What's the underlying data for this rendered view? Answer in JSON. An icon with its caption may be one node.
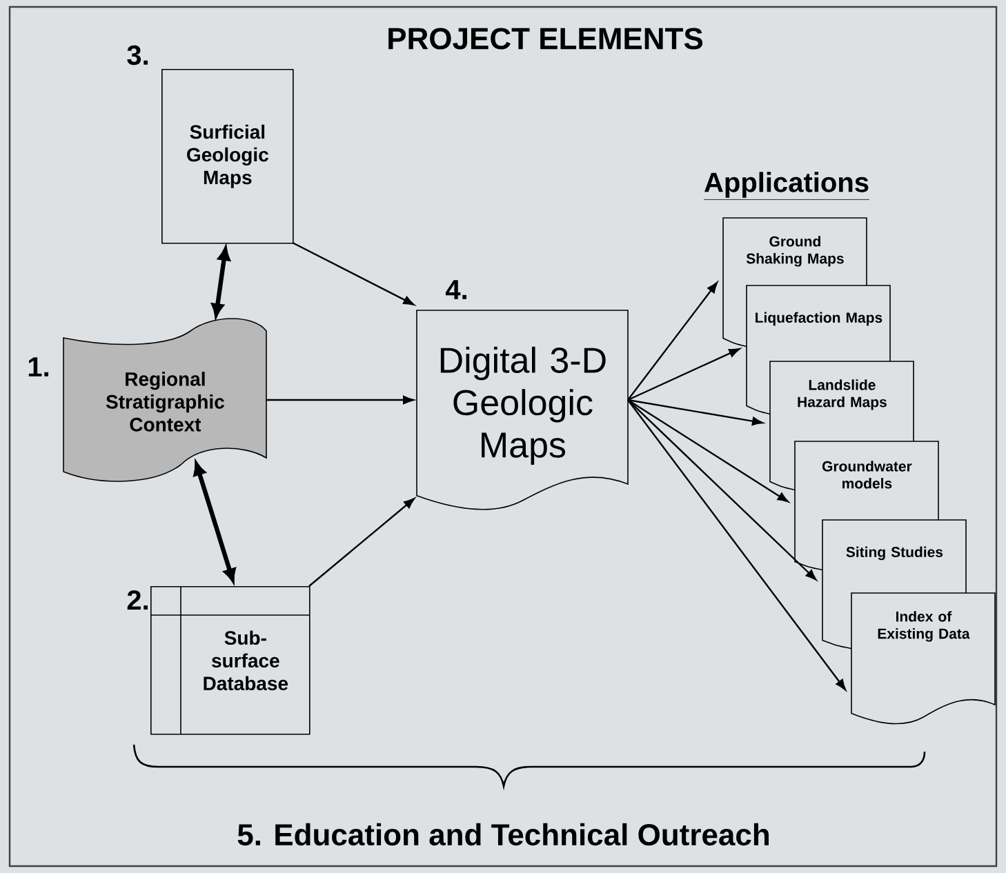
{
  "diagram": {
    "title": "PROJECT ELEMENTS",
    "nodes": [
      {
        "text": [
          "Regional Stratigraphic Context"
        ],
        "beside": [
          "1."
        ]
      },
      {
        "text": [
          "Sub- surface Database"
        ],
        "beside": [
          "2."
        ]
      },
      {
        "text": [
          "Surficial Geologic Maps"
        ],
        "beside": [
          "3."
        ]
      },
      {
        "text": [
          "Digital 3-D Geologic Maps"
        ],
        "beside": [
          "4."
        ]
      },
      {
        "text": [
          "Ground Shaking Maps"
        ]
      },
      {
        "text": [
          "Liquefaction Maps"
        ]
      },
      {
        "text": [
          "Landslide Hazard Maps"
        ]
      },
      {
        "text": [
          "Groundwater models"
        ]
      },
      {
        "text": [
          "Siting Studies"
        ]
      },
      {
        "text": [
          "Index of Existing Data"
        ]
      }
    ],
    "edges": [
      {
        "from": 2,
        "to": 0,
        "arrow": "both",
        "style": "thick"
      },
      {
        "from": 0,
        "to": 1,
        "arrow": "both",
        "style": "thick"
      },
      {
        "from": 2,
        "to": 3,
        "arrow": "to"
      },
      {
        "from": 0,
        "to": 3,
        "arrow": "to"
      },
      {
        "from": 1,
        "to": 3,
        "arrow": "to"
      },
      {
        "from": 3,
        "to": 4,
        "arrow": "to"
      },
      {
        "from": 3,
        "to": 5,
        "arrow": "to"
      },
      {
        "from": 3,
        "to": 6,
        "arrow": "to"
      },
      {
        "from": 3,
        "to": 7,
        "arrow": "to"
      },
      {
        "from": 3,
        "to": 8,
        "arrow": "to"
      },
      {
        "from": 3,
        "to": 9,
        "arrow": "to"
      }
    ],
    "labels": [
      "Applications",
      "5. Education and Technical Outreach"
    ]
  }
}
